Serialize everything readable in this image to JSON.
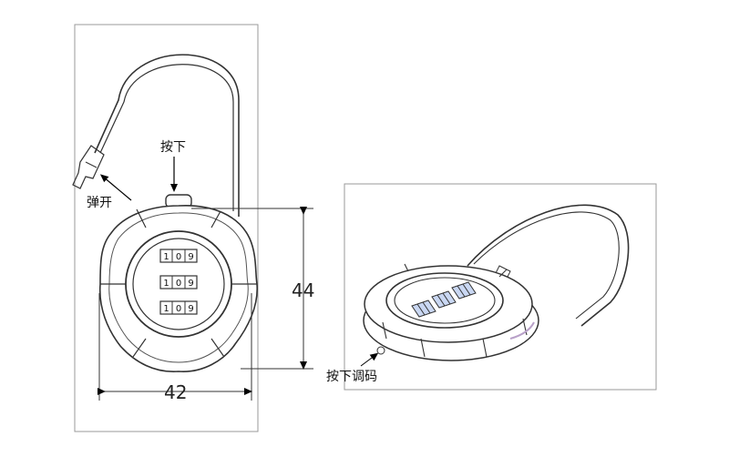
{
  "front_view": {
    "press_label": "按下",
    "release_label": "弹开",
    "height_dimension": "44",
    "width_dimension": "42",
    "dial_rows": [
      [
        "1",
        "0",
        "9"
      ],
      [
        "1",
        "0",
        "9"
      ],
      [
        "1",
        "0",
        "9"
      ]
    ]
  },
  "perspective_view": {
    "reset_label": "按下调码"
  },
  "colors": {
    "line": "#333333",
    "frame": "#9a9a9a",
    "arrow": "#000000"
  }
}
